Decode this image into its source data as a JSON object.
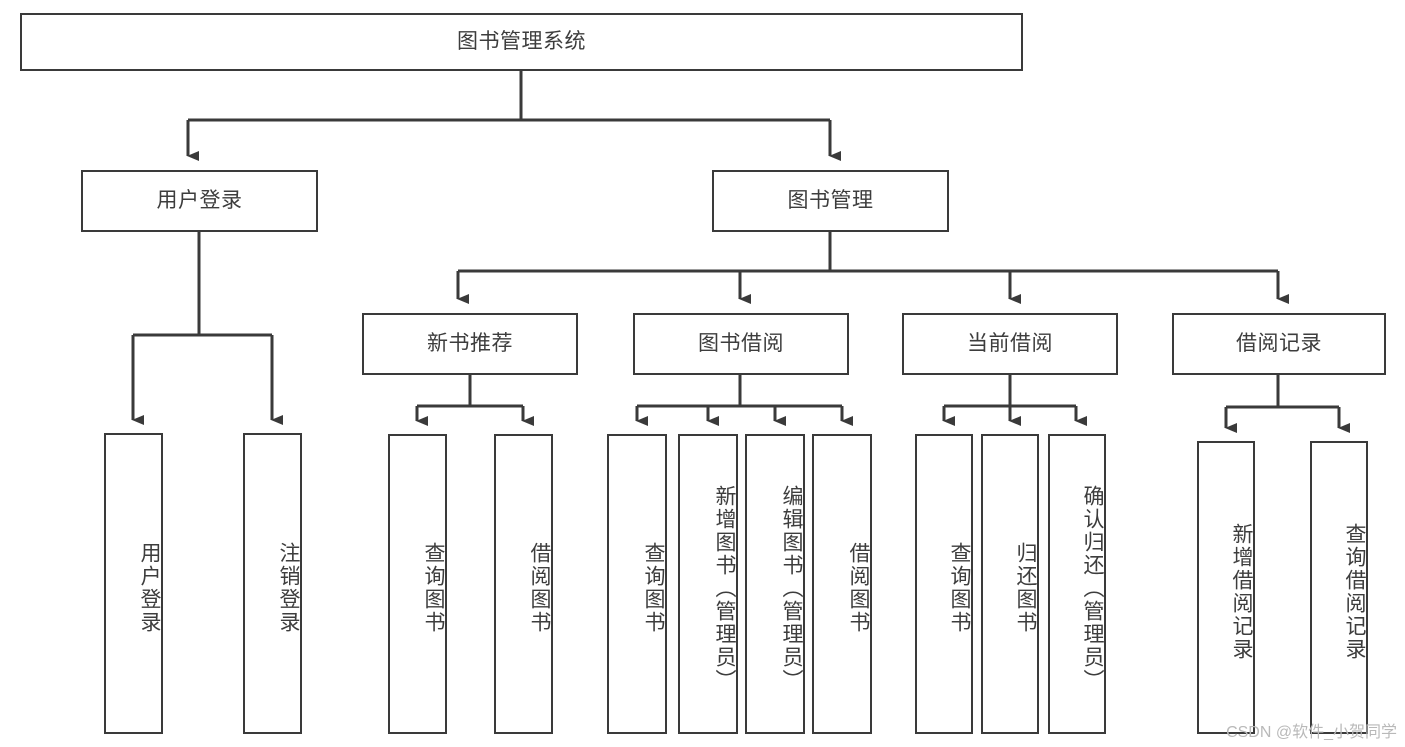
{
  "diagram": {
    "title_node": {
      "label": "图书管理系统"
    },
    "level2": [
      {
        "id": "user-login",
        "label": "用户登录"
      },
      {
        "id": "book-manage",
        "label": "图书管理"
      }
    ],
    "level3": [
      {
        "id": "new-book-recommend",
        "label": "新书推荐"
      },
      {
        "id": "book-borrow",
        "label": "图书借阅"
      },
      {
        "id": "current-borrow",
        "label": "当前借阅"
      },
      {
        "id": "borrow-record",
        "label": "借阅记录"
      }
    ],
    "leaves": {
      "user_login": [
        {
          "id": "leaf-user-login",
          "label": "用户登录"
        },
        {
          "id": "leaf-logout-login",
          "label": "注销登录"
        }
      ],
      "new_book_recommend": [
        {
          "id": "leaf-query-book-1",
          "label": "查询图书"
        },
        {
          "id": "leaf-borrow-book-1",
          "label": "借阅图书"
        }
      ],
      "book_borrow": [
        {
          "id": "leaf-query-book-2",
          "label": "查询图书"
        },
        {
          "id": "leaf-add-book-admin",
          "label": "新增图书（管理员）"
        },
        {
          "id": "leaf-edit-book-admin",
          "label": "编辑图书（管理员）"
        },
        {
          "id": "leaf-borrow-book-2",
          "label": "借阅图书"
        }
      ],
      "current_borrow": [
        {
          "id": "leaf-query-book-3",
          "label": "查询图书"
        },
        {
          "id": "leaf-return-book",
          "label": "归还图书"
        },
        {
          "id": "leaf-confirm-return-admin",
          "label": "确认归还（管理员）"
        }
      ],
      "borrow_record": [
        {
          "id": "leaf-add-borrow-record",
          "label": "新增借阅记录"
        },
        {
          "id": "leaf-query-borrow-record",
          "label": "查询借阅记录"
        }
      ]
    }
  },
  "watermark": {
    "text": "CSDN @软件_小贺同学"
  },
  "colors": {
    "stroke": "#3a3a3a",
    "text": "#3d3d3d",
    "background": "#ffffff",
    "watermark": "#b9b9b9"
  }
}
